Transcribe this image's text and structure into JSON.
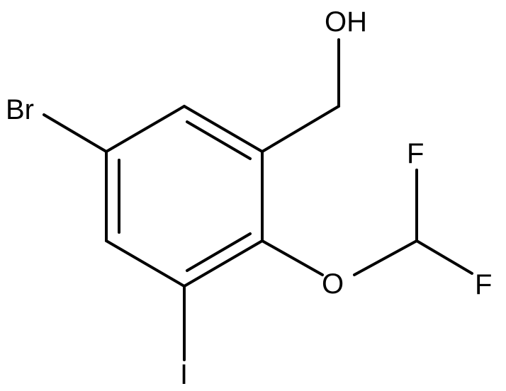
{
  "molecule": {
    "atoms": {
      "br": "Br",
      "oh": "OH",
      "o": "O",
      "f_top": "F",
      "f_right": "F",
      "i": "I"
    },
    "bond_color": "#000000",
    "background": "#ffffff"
  }
}
